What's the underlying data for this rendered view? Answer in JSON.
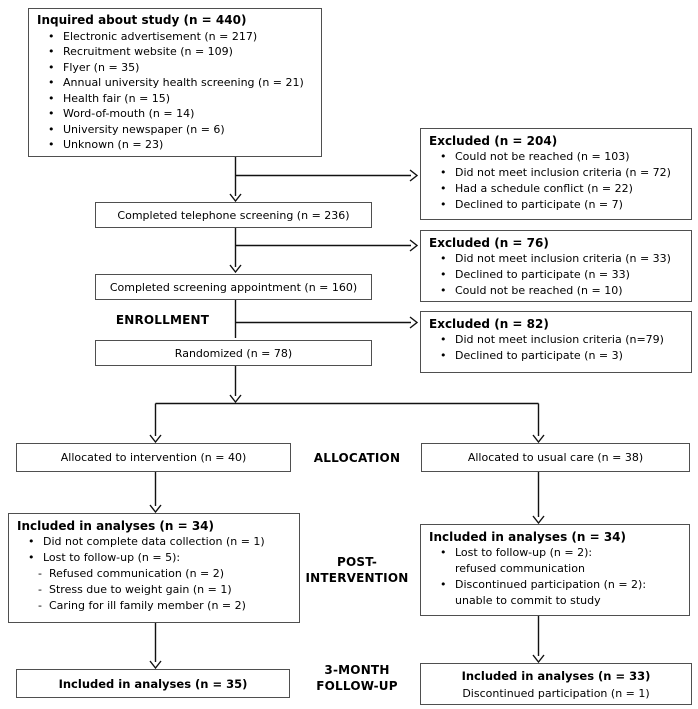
{
  "bullet_char": "•",
  "dash_char": "-",
  "colors": {
    "box_border": "#4f4f4f",
    "arrow": "#111111",
    "background": "#ffffff",
    "text": "#000000"
  },
  "boxes": {
    "inquired": {
      "title": "Inquired about study (n = 440)",
      "items": [
        "Electronic advertisement (n = 217)",
        "Recruitment website (n = 109)",
        "Flyer (n = 35)",
        "Annual university health screening (n = 21)",
        "Health fair (n = 15)",
        "Word-of-mouth (n = 14)",
        "University newspaper (n = 6)",
        "Unknown (n = 23)"
      ]
    },
    "excluded_1": {
      "title": "Excluded (n = 204)",
      "items": [
        "Could not be reached (n = 103)",
        "Did not meet inclusion criteria (n = 72)",
        "Had a schedule conflict (n = 22)",
        "Declined to participate (n = 7)"
      ]
    },
    "telephone_screening": {
      "label": "Completed telephone screening (n = 236)"
    },
    "excluded_2": {
      "title": "Excluded (n = 76)",
      "items": [
        "Did not meet inclusion criteria (n = 33)",
        "Declined to participate (n = 33)",
        "Could not be reached (n = 10)"
      ]
    },
    "screening_appointment": {
      "label": "Completed screening appointment (n = 160)"
    },
    "excluded_3": {
      "title": "Excluded (n = 82)",
      "items": [
        "Did not meet inclusion criteria (n=79)",
        "Declined to participate (n = 3)"
      ]
    },
    "randomized": {
      "label": "Randomized (n = 78)"
    },
    "allocated_intervention": {
      "label": "Allocated to intervention (n = 40)"
    },
    "allocated_usual_care": {
      "label": "Allocated to usual care (n = 38)"
    },
    "post_intervention_left": {
      "title": "Included in analyses (n = 34)",
      "items": [
        "Did not complete data collection (n = 1)",
        "Lost to follow-up (n = 5):"
      ],
      "sub_items": [
        "Refused communication (n = 2)",
        "Stress due to weight gain (n = 1)",
        "Caring for ill family member (n = 2)"
      ]
    },
    "post_intervention_right": {
      "title": "Included in analyses (n = 34)",
      "item_1": "Lost to follow-up (n = 2):",
      "item_1_detail": "refused communication",
      "item_2": "Discontinued participation (n = 2):",
      "item_2_detail": "unable to commit to study"
    },
    "final_left": {
      "title": "Included in analyses (n = 35)"
    },
    "final_right": {
      "title": "Included in analyses (n = 33)",
      "subtitle": "Discontinued participation (n = 1)"
    }
  },
  "stage_labels": {
    "enrollment": "ENROLLMENT",
    "allocation": "ALLOCATION",
    "post_intervention": [
      "POST-",
      "INTERVENTION"
    ],
    "followup": [
      "3-MONTH",
      "FOLLOW-UP"
    ]
  }
}
